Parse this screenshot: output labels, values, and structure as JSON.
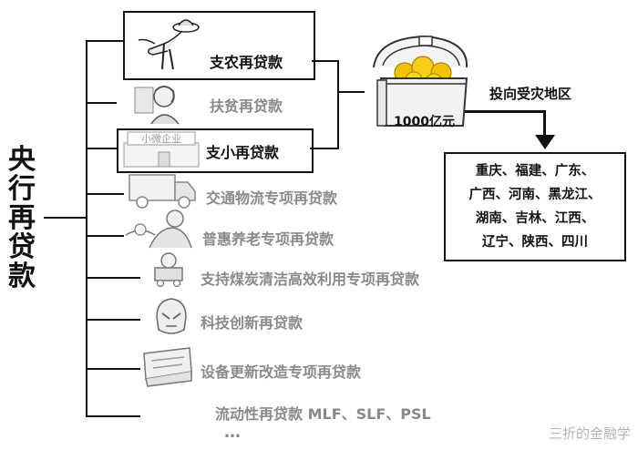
{
  "title": "央行再贷款",
  "instruments": [
    {
      "label": "支农再贷款",
      "icon": "farmer-sketch-icon"
    },
    {
      "label": "扶贫再贷款",
      "icon": "poverty-relief-sketch-icon"
    },
    {
      "label": "支小再贷款",
      "icon": "small-enterprise-sketch-icon",
      "sign": "小微企业"
    },
    {
      "label": "交通物流专项再贷款",
      "icon": "truck-sketch-icon"
    },
    {
      "label": "普惠养老专项再贷款",
      "icon": "elderly-care-sketch-icon"
    },
    {
      "label": "支持煤炭清洁高效利用专项再贷款",
      "icon": "coal-cart-sketch-icon"
    },
    {
      "label": "科技创新再贷款",
      "icon": "robot-helmet-sketch-icon"
    },
    {
      "label": "设备更新改造专项再贷款",
      "icon": "toolbox-sketch-icon"
    },
    {
      "label": "流动性再贷款 MLF、SLF、PSL",
      "icon": ""
    }
  ],
  "ellipsis": "…",
  "treasure": {
    "amount": "1000亿元",
    "icon": "treasure-chest-icon"
  },
  "target_label": "投向受灾地区",
  "regions": [
    "重庆、福建、广东、",
    "广西、河南、黑龙江、",
    "湖南、吉林、江西、",
    "辽宁、陕西、四川"
  ],
  "watermark": "三折的金融学",
  "colors": {
    "highlight": "#111111",
    "muted": "#8a8a8a",
    "gold": "#f2c200"
  }
}
